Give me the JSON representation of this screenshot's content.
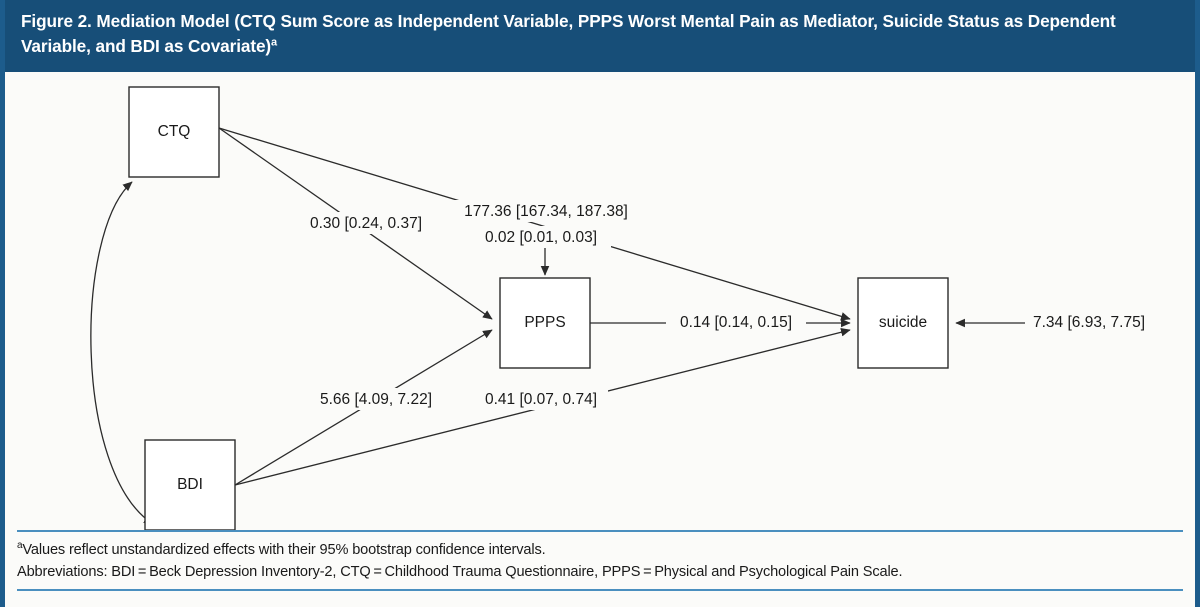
{
  "figure": {
    "title_line1": "Figure 2. Mediation Model (CTQ Sum Score as Independent Variable, PPPS Worst Mental Pain as Mediator, Suicide Status as",
    "title_line2": "Dependent Variable, and BDI as Covariate)",
    "title_superscript": "a",
    "header_bg": "#174e78",
    "border_color": "#1d5c8c",
    "rule_color": "#4a8fbf",
    "background": "#fbfbf9"
  },
  "nodes": [
    {
      "id": "ctq",
      "label": "CTQ"
    },
    {
      "id": "bdi",
      "label": "BDI"
    },
    {
      "id": "ppps",
      "label": "PPPS"
    },
    {
      "id": "suicide",
      "label": "suicide"
    }
  ],
  "edge_labels": {
    "ctq_to_ppps": "0.30 [0.24, 0.37]",
    "ppps_intercept_upper": "177.36 [167.34, 187.38]",
    "ppps_intercept_lower": "0.02 [0.01, 0.03]",
    "ppps_to_suicide": "0.14 [0.14, 0.15]",
    "bdi_to_ppps": "5.66 [4.09, 7.22]",
    "bdi_to_suicide": "0.41 [0.07, 0.74]",
    "suicide_intercept": "7.34 [6.93, 7.75]"
  },
  "footnotes": {
    "marker": "a",
    "line1": "Values reflect unstandardized effects with their 95% bootstrap confidence intervals.",
    "line2": "Abbreviations: BDI = Beck Depression Inventory-2, CTQ = Childhood Trauma Questionnaire, PPPS = Physical and Psychological Pain Scale."
  },
  "chart_data": {
    "type": "diagram",
    "title": "Figure 2. Mediation Model (CTQ Sum Score as Independent Variable, PPPS Worst Mental Pain as Mediator, Suicide Status as Dependent Variable, and BDI as Covariate)",
    "nodes": [
      "CTQ",
      "BDI",
      "PPPS",
      "suicide"
    ],
    "paths": [
      {
        "from": "CTQ",
        "to": "PPPS",
        "coefficient": 0.3,
        "ci": [
          0.24,
          0.37
        ],
        "label": "0.30 [0.24, 0.37]"
      },
      {
        "from": "CTQ",
        "to": "suicide",
        "coefficient": 0.02,
        "ci": [
          0.01,
          0.03
        ],
        "label": "0.02 [0.01, 0.03]"
      },
      {
        "from": "BDI",
        "to": "PPPS",
        "coefficient": 5.66,
        "ci": [
          4.09,
          7.22
        ],
        "label": "5.66 [4.09, 7.22]"
      },
      {
        "from": "BDI",
        "to": "suicide",
        "coefficient": 0.41,
        "ci": [
          0.07,
          0.74
        ],
        "label": "0.41 [0.07, 0.74]"
      },
      {
        "from": "PPPS",
        "to": "suicide",
        "coefficient": 0.14,
        "ci": [
          0.14,
          0.15
        ],
        "label": "0.14 [0.14, 0.15]"
      },
      {
        "from": "intercept",
        "to": "PPPS",
        "coefficient": 177.36,
        "ci": [
          167.34,
          187.38
        ],
        "label": "177.36 [167.34, 187.38]"
      },
      {
        "from": "intercept",
        "to": "suicide",
        "coefficient": 7.34,
        "ci": [
          6.93,
          7.75
        ],
        "label": "7.34 [6.93, 7.75]"
      },
      {
        "from": "CTQ",
        "to": "BDI",
        "bidirectional": true,
        "label": ""
      }
    ]
  }
}
